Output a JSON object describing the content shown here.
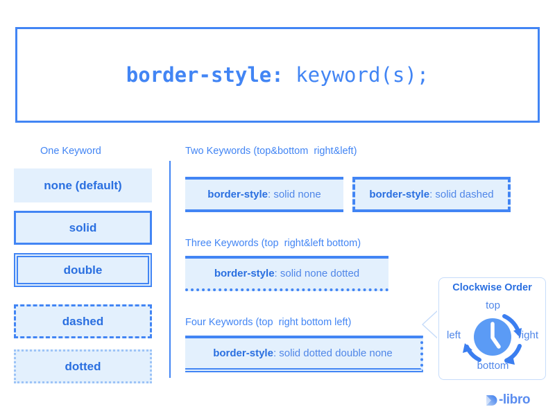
{
  "header": {
    "property": "border-style:",
    "value": " keyword(s);"
  },
  "sections": {
    "one_keyword": {
      "label": "One Keyword",
      "items": [
        {
          "text": "none (default)",
          "style": "none"
        },
        {
          "text": "solid",
          "style": "solid"
        },
        {
          "text": "double",
          "style": "double"
        },
        {
          "text": "dashed",
          "style": "dashed"
        },
        {
          "text": "dotted",
          "style": "dotted"
        }
      ]
    },
    "two_keywords": {
      "label": "Two Keywords (top&bottom  right&left)",
      "examples": [
        {
          "property": "border-style",
          "value": ": solid none"
        },
        {
          "property": "border-style",
          "value": ": solid dashed"
        }
      ]
    },
    "three_keywords": {
      "label": "Three Keywords (top  right&left bottom)",
      "examples": [
        {
          "property": "border-style",
          "value": ": solid none dotted"
        }
      ]
    },
    "four_keywords": {
      "label": "Four Keywords (top  right bottom left)",
      "examples": [
        {
          "property": "border-style",
          "value": ": solid dotted double none"
        }
      ]
    }
  },
  "callout": {
    "title": "Clockwise Order",
    "directions": {
      "top": "top",
      "right": "right",
      "bottom": "bottom",
      "left": "left"
    },
    "icon": "clock-icon"
  },
  "logo": {
    "wordmark": "-libro",
    "mark": "d-mark-icon"
  },
  "colors": {
    "accent": "#4285f4",
    "accent_dark": "#2a6fe0",
    "accent_soft": "#4f86e8",
    "fill": "#e3f0fd",
    "light_border": "#9dc4f7",
    "callout_border": "#c6dcfa",
    "background": "#ffffff"
  }
}
